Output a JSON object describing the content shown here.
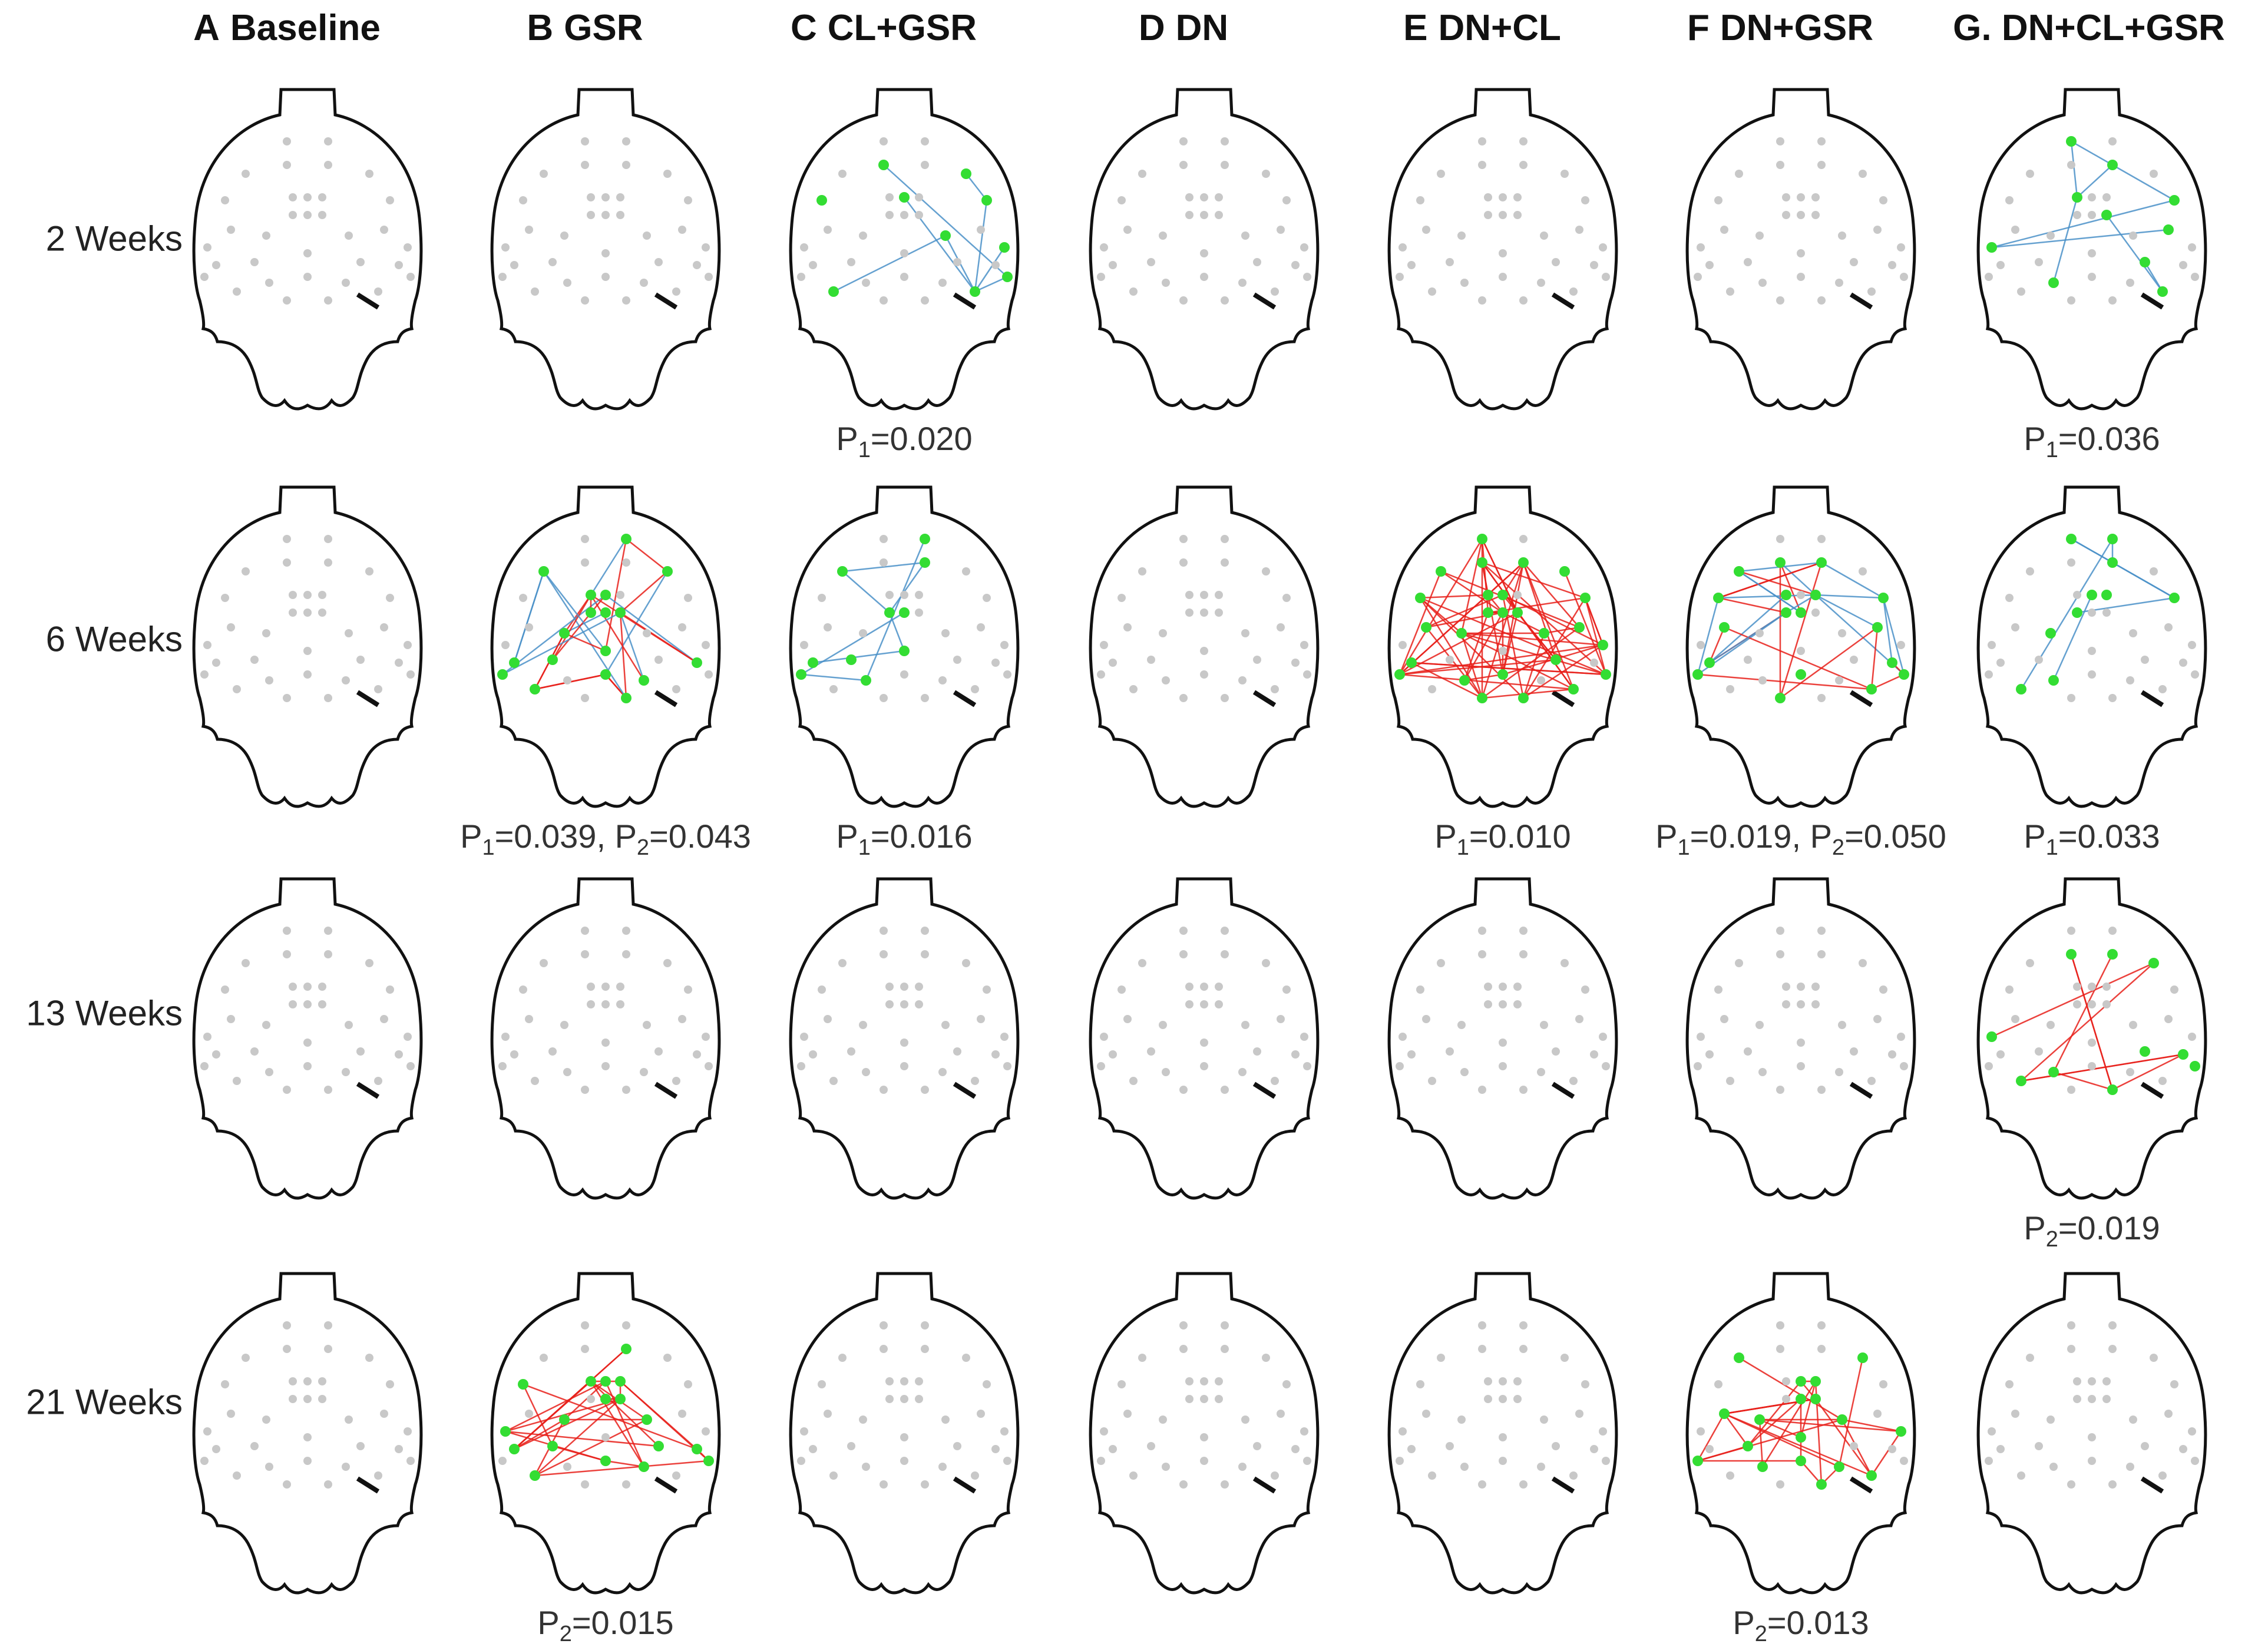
{
  "columns": [
    {
      "letter": "A",
      "title": "Baseline"
    },
    {
      "letter": "B",
      "title": "GSR"
    },
    {
      "letter": "C",
      "title": "CL+GSR"
    },
    {
      "letter": "D",
      "title": "DN"
    },
    {
      "letter": "E",
      "title": "DN+CL"
    },
    {
      "letter": "F",
      "title": "DN+GSR"
    },
    {
      "letter": "",
      "title": "G. DN+CL+GSR"
    }
  ],
  "rows": [
    {
      "label": "2 Weeks"
    },
    {
      "label": "6 Weeks"
    },
    {
      "label": "13 Weeks"
    },
    {
      "label": "21 Weeks"
    }
  ],
  "colors": {
    "outline": "#111111",
    "node_inactive": "#c8c8c8",
    "node_active": "#33dd33",
    "edge_increase": "#e8201a",
    "edge_decrease": "#4a90c8"
  },
  "cells": [
    {
      "row": 0,
      "col": 2,
      "p": [
        {
          "sub": "1",
          "value": "0.020"
        }
      ],
      "edges": "blue",
      "density": "sparse"
    },
    {
      "row": 0,
      "col": 6,
      "p": [
        {
          "sub": "1",
          "value": "0.036"
        }
      ],
      "edges": "blue",
      "density": "sparse"
    },
    {
      "row": 1,
      "col": 1,
      "p": [
        {
          "sub": "1",
          "value": "0.039"
        },
        {
          "sub": "2",
          "value": "0.043"
        }
      ],
      "edges": "mixed",
      "density": "dense"
    },
    {
      "row": 1,
      "col": 2,
      "p": [
        {
          "sub": "1",
          "value": "0.016"
        }
      ],
      "edges": "blue",
      "density": "sparse"
    },
    {
      "row": 1,
      "col": 4,
      "p": [
        {
          "sub": "1",
          "value": "0.010"
        }
      ],
      "edges": "red",
      "density": "very_dense"
    },
    {
      "row": 1,
      "col": 5,
      "p": [
        {
          "sub": "1",
          "value": "0.019"
        },
        {
          "sub": "2",
          "value": "0.050"
        }
      ],
      "edges": "mixed",
      "density": "dense"
    },
    {
      "row": 1,
      "col": 6,
      "p": [
        {
          "sub": "1",
          "value": "0.033"
        }
      ],
      "edges": "blue",
      "density": "sparse"
    },
    {
      "row": 2,
      "col": 6,
      "p": [
        {
          "sub": "2",
          "value": "0.019"
        }
      ],
      "edges": "red",
      "density": "sparse"
    },
    {
      "row": 3,
      "col": 1,
      "p": [
        {
          "sub": "2",
          "value": "0.015"
        }
      ],
      "edges": "red",
      "density": "dense"
    },
    {
      "row": 3,
      "col": 5,
      "p": [
        {
          "sub": "2",
          "value": "0.013"
        }
      ],
      "edges": "red",
      "density": "dense"
    }
  ]
}
